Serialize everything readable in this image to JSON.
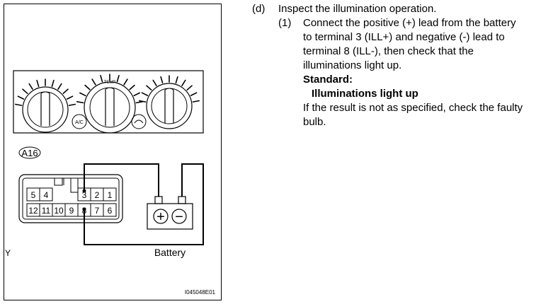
{
  "figure": {
    "connector_id": "A16",
    "pins_top_row": [
      "5",
      "4",
      "3",
      "2",
      "1"
    ],
    "pins_bottom_row": [
      "12",
      "11",
      "10",
      "9",
      "8",
      "7",
      "6"
    ],
    "battery_label": "Battery",
    "battery_plus": "+",
    "battery_minus": "−",
    "side_mark": "Y",
    "image_code": "I045048E01",
    "panel": {
      "ac_label": "A/C",
      "temp_label": "TEMP"
    }
  },
  "instructions": {
    "step_d_num": "(d)",
    "step_d_text": "Inspect the illumination operation.",
    "step_1_num": "(1)",
    "step_1_lines": [
      "Connect the positive (+) lead from the battery",
      "to terminal 3 (ILL+) and negative (-) lead to",
      "terminal 8 (ILL-), then check that the",
      "illuminations light up."
    ],
    "standard_label": "Standard:",
    "standard_value": "Illuminations light up",
    "result_lines": [
      "If the result is not as specified, check the faulty",
      "bulb."
    ]
  }
}
